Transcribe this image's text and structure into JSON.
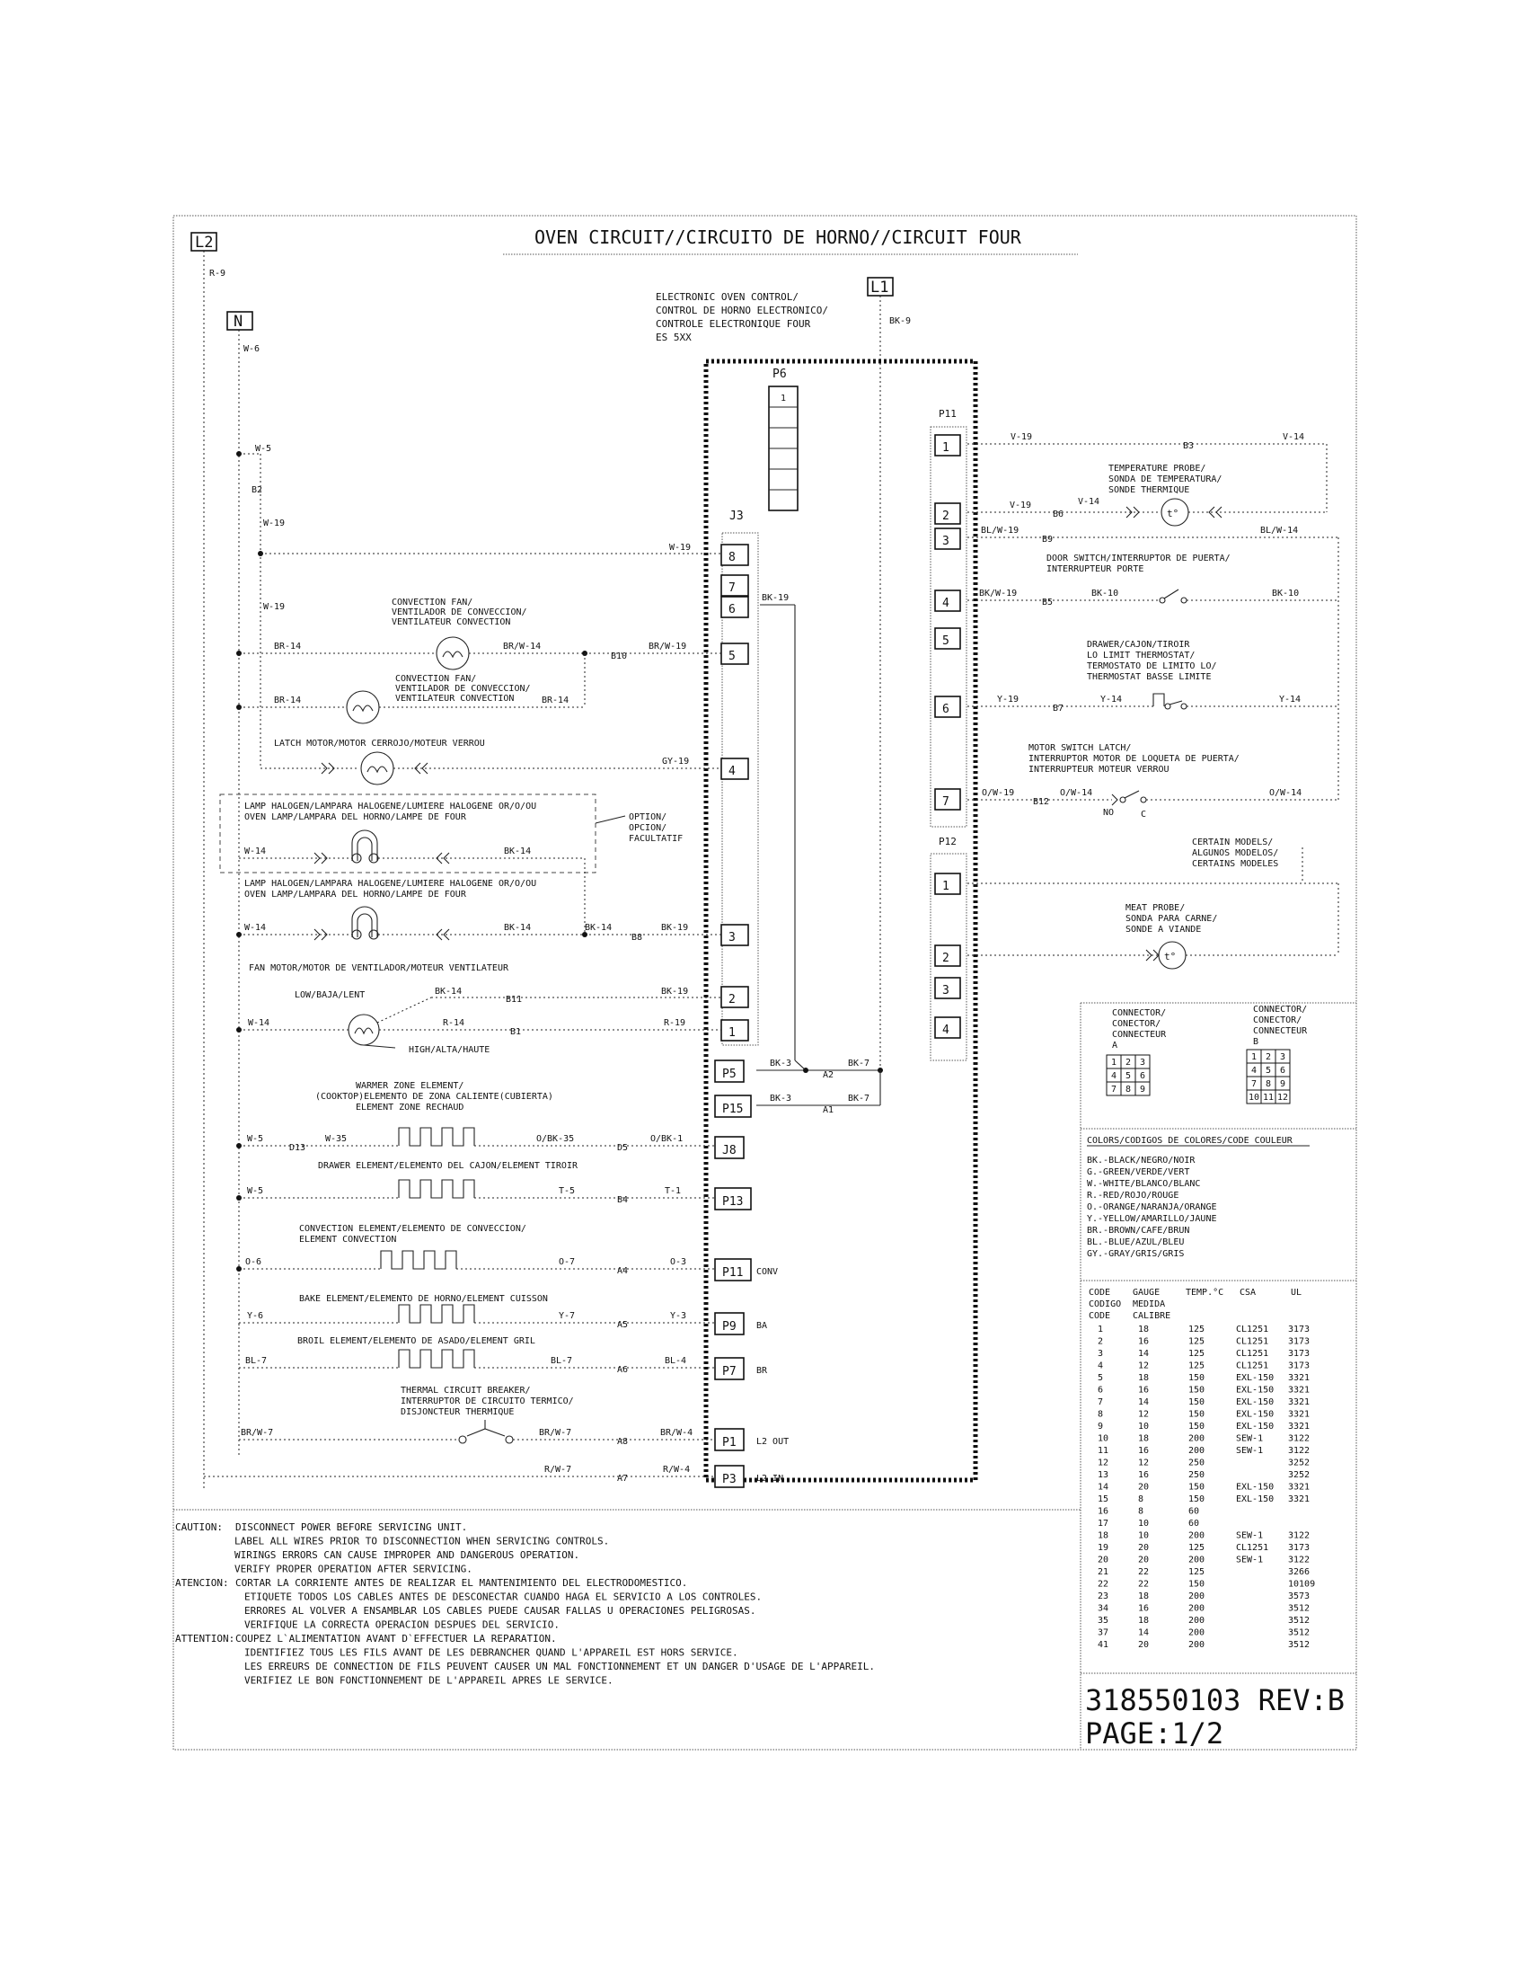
{
  "title": "OVEN CIRCUIT//CIRCUITO DE HORNO//CIRCUIT FOUR",
  "terminals": {
    "l2": "L2",
    "n": "N",
    "l1": "L1"
  },
  "control": {
    "name": [
      "ELECTRONIC OVEN CONTROL/",
      "CONTROL DE HORNO ELECTRONICO/",
      "CONTROLE ELECTRONIQUE FOUR",
      "ES 5XX"
    ],
    "p6": "P6",
    "p6_pin": "1",
    "j3": "J3",
    "p11": "P11",
    "p12": "P12"
  },
  "j3_pins": [
    "8",
    "7",
    "6",
    "5",
    "4",
    "3",
    "2",
    "1"
  ],
  "p11_pins": [
    "1",
    "2",
    "3",
    "4",
    "5",
    "6",
    "7"
  ],
  "p12_pins": [
    "1",
    "2",
    "3",
    "4"
  ],
  "connectors": [
    "P5",
    "P15",
    "J8",
    "P13",
    "P11",
    "P9",
    "P7",
    "P1",
    "P3"
  ],
  "connector_tags": {
    "p11": "CONV",
    "p9": "BA",
    "p7": "BR",
    "p1": "L2 OUT",
    "p3": "L2 IN"
  },
  "wires": {
    "r9": "R-9",
    "w6": "W-6",
    "bk9": "BK-9",
    "w5": "W-5",
    "b2": "B2",
    "w19": "W-19",
    "br14": "BR-14",
    "brw14": "BR/W-14",
    "b10": "B10",
    "brw19": "BR/W-19",
    "bk19": "BK-19",
    "gy19": "GY-19",
    "w14": "W-14",
    "bk14": "BK-14",
    "b8": "B8",
    "b11": "B11",
    "r14": "R-14",
    "b1": "B1",
    "r19": "R-19",
    "bk3": "BK-3",
    "bk7": "BK-7",
    "a2": "A2",
    "a1": "A1",
    "w35": "W-35",
    "d13": "D13",
    "obk35": "O/BK-35",
    "d5": "D5",
    "obk1": "O/BK-1",
    "t5": "T-5",
    "b4": "B4",
    "t1": "T-1",
    "o6": "O-6",
    "o7": "O-7",
    "a4": "A4",
    "o3": "O-3",
    "y6": "Y-6",
    "y7": "Y-7",
    "a5": "A5",
    "y3": "Y-3",
    "bl7": "BL-7",
    "a6": "A6",
    "bl4": "BL-4",
    "brw7": "BR/W-7",
    "a8": "A8",
    "brw4": "BR/W-4",
    "rw7": "R/W-7",
    "a7": "A7",
    "rw4": "R/W-4",
    "v19": "V-19",
    "b3": "B3",
    "v14": "V-14",
    "b6": "B6",
    "blw19": "BL/W-19",
    "b9": "B9",
    "blw14": "BL/W-14",
    "bkw19": "BK/W-19",
    "b5": "B5",
    "bk10": "BK-10",
    "y19": "Y-19",
    "b7": "B7",
    "y14": "Y-14",
    "ow19": "O/W-19",
    "b12": "B12",
    "ow14": "O/W-14",
    "no": "NO",
    "c": "C"
  },
  "components": {
    "conv_fan1": [
      "CONVECTION FAN/",
      "VENTILADOR DE CONVECCION/",
      "VENTILATEUR CONVECTION"
    ],
    "conv_fan2": [
      "CONVECTION FAN/",
      "VENTILADOR DE CONVECCION/",
      "VENTILATEUR CONVECTION"
    ],
    "latch_motor": "LATCH MOTOR/MOTOR CERROJO/MOTEUR VERROU",
    "lamp1": [
      "LAMP HALOGEN/LAMPARA HALOGENE/LUMIERE HALOGENE OR/O/OU",
      "OVEN LAMP/LAMPARA DEL HORNO/LAMPE DE FOUR"
    ],
    "option": [
      "OPTION/",
      "OPCION/",
      "FACULTATIF"
    ],
    "lamp2": [
      "LAMP HALOGEN/LAMPARA HALOGENE/LUMIERE HALOGENE OR/O/OU",
      "OVEN LAMP/LAMPARA DEL HORNO/LAMPE DE FOUR"
    ],
    "fan_motor": "FAN MOTOR/MOTOR DE VENTILADOR/MOTEUR VENTILATEUR",
    "low": "LOW/BAJA/LENT",
    "high": "HIGH/ALTA/HAUTE",
    "warmer": [
      "WARMER ZONE ELEMENT/",
      "(COOKTOP)ELEMENTO DE ZONA CALIENTE(CUBIERTA)",
      "ELEMENT ZONE RECHAUD"
    ],
    "drawer": "DRAWER ELEMENT/ELEMENTO DEL CAJON/ELEMENT TIROIR",
    "convection": [
      "CONVECTION ELEMENT/ELEMENTO DE CONVECCION/",
      "ELEMENT CONVECTION"
    ],
    "bake": "BAKE ELEMENT/ELEMENTO DE HORNO/ELEMENT CUISSON",
    "broil": "BROIL ELEMENT/ELEMENTO DE ASADO/ELEMENT GRIL",
    "breaker": [
      "THERMAL CIRCUIT BREAKER/",
      "INTERRUPTOR DE CIRCUITO TERMICO/",
      "DISJONCTEUR THERMIQUE"
    ],
    "temp_probe": [
      "TEMPERATURE PROBE/",
      "SONDA DE TEMPERATURA/",
      "SONDE THERMIQUE"
    ],
    "door_switch": [
      "DOOR SWITCH/INTERRUPTOR DE PUERTA/",
      "INTERRUPTEUR PORTE"
    ],
    "drawer_thermo": [
      "DRAWER/CAJON/TIROIR",
      "LO LIMIT THERMOSTAT/",
      "TERMOSTATO DE LIMITO LO/",
      "THERMOSTAT BASSE LIMITE"
    ],
    "motor_switch": [
      "MOTOR SWITCH LATCH/",
      "INTERRUPTOR MOTOR DE LOQUETA DE PUERTA/",
      "INTERRUPTEUR MOTEUR VERROU"
    ],
    "certain": [
      "CERTAIN MODELS/",
      "ALGUNOS MODELOS/",
      "CERTAINS MODELES"
    ],
    "meat_probe": [
      "MEAT PROBE/",
      "SONDA PARA CARNE/",
      "SONDE A VIANDE"
    ],
    "probe_symbol": "t°"
  },
  "connector_legend": {
    "a_label": [
      "CONNECTOR/",
      "CONECTOR/",
      "CONNECTEUR",
      "A"
    ],
    "b_label": [
      "CONNECTOR/",
      "CONECTOR/",
      "CONNECTEUR",
      "B"
    ],
    "a_grid": [
      [
        "1",
        "2",
        "3"
      ],
      [
        "4",
        "5",
        "6"
      ],
      [
        "7",
        "8",
        "9"
      ]
    ],
    "b_grid": [
      [
        "1",
        "2",
        "3"
      ],
      [
        "4",
        "5",
        "6"
      ],
      [
        "7",
        "8",
        "9"
      ],
      [
        "10",
        "11",
        "12"
      ]
    ]
  },
  "color_codes": {
    "title": "COLORS/CODIGOS DE COLORES/CODE COULEUR",
    "rows": [
      "BK.-BLACK/NEGRO/NOIR",
      "G.-GREEN/VERDE/VERT",
      "W.-WHITE/BLANCO/BLANC",
      "R.-RED/ROJO/ROUGE",
      "O.-ORANGE/NARANJA/ORANGE",
      "Y.-YELLOW/AMARILLO/JAUNE",
      "BR.-BROWN/CAFE/BRUN",
      "BL.-BLUE/AZUL/BLEU",
      "GY.-GRAY/GRIS/GRIS"
    ]
  },
  "gauge_table": {
    "headers": [
      [
        "CODE",
        "CODIGO",
        "CODE"
      ],
      [
        "GAUGE",
        "MEDIDA",
        "CALIBRE"
      ],
      [
        "TEMP.°C"
      ],
      [
        "CSA"
      ],
      [
        "UL"
      ]
    ],
    "rows": [
      [
        "1",
        "18",
        "125",
        "CL1251",
        "3173"
      ],
      [
        "2",
        "16",
        "125",
        "CL1251",
        "3173"
      ],
      [
        "3",
        "14",
        "125",
        "CL1251",
        "3173"
      ],
      [
        "4",
        "12",
        "125",
        "CL1251",
        "3173"
      ],
      [
        "5",
        "18",
        "150",
        "EXL-150",
        "3321"
      ],
      [
        "6",
        "16",
        "150",
        "EXL-150",
        "3321"
      ],
      [
        "7",
        "14",
        "150",
        "EXL-150",
        "3321"
      ],
      [
        "8",
        "12",
        "150",
        "EXL-150",
        "3321"
      ],
      [
        "9",
        "10",
        "150",
        "EXL-150",
        "3321"
      ],
      [
        "10",
        "18",
        "200",
        "SEW-1",
        "3122"
      ],
      [
        "11",
        "16",
        "200",
        "SEW-1",
        "3122"
      ],
      [
        "12",
        "12",
        "250",
        "",
        "3252"
      ],
      [
        "13",
        "16",
        "250",
        "",
        "3252"
      ],
      [
        "14",
        "20",
        "150",
        "EXL-150",
        "3321"
      ],
      [
        "15",
        "8",
        "150",
        "EXL-150",
        "3321"
      ],
      [
        "16",
        "8",
        "60",
        "",
        ""
      ],
      [
        "17",
        "10",
        "60",
        "",
        ""
      ],
      [
        "18",
        "10",
        "200",
        "SEW-1",
        "3122"
      ],
      [
        "19",
        "20",
        "125",
        "CL1251",
        "3173"
      ],
      [
        "20",
        "20",
        "200",
        "SEW-1",
        "3122"
      ],
      [
        "21",
        "22",
        "125",
        "",
        "3266"
      ],
      [
        "22",
        "22",
        "150",
        "",
        "10109"
      ],
      [
        "23",
        "18",
        "200",
        "",
        "3573"
      ],
      [
        "34",
        "16",
        "200",
        "",
        "3512"
      ],
      [
        "35",
        "18",
        "200",
        "",
        "3512"
      ],
      [
        "37",
        "14",
        "200",
        "",
        "3512"
      ],
      [
        "41",
        "20",
        "200",
        "",
        "3512"
      ]
    ]
  },
  "cautions": [
    {
      "label": "CAUTION:",
      "lines": [
        "DISCONNECT POWER BEFORE SERVICING UNIT.",
        "LABEL ALL WIRES PRIOR TO DISCONNECTION WHEN SERVICING CONTROLS.",
        "WIRINGS ERRORS CAN CAUSE IMPROPER AND DANGEROUS OPERATION.",
        "VERIFY PROPER OPERATION AFTER SERVICING."
      ]
    },
    {
      "label": "ATENCION:",
      "lines": [
        "CORTAR LA CORRIENTE ANTES DE REALIZAR EL MANTENIMIENTO DEL ELECTRODOMESTICO.",
        "ETIQUETE TODOS LOS CABLES ANTES DE DESCONECTAR CUANDO HAGA EL SERVICIO A LOS CONTROLES.",
        "ERRORES AL VOLVER A ENSAMBLAR LOS CABLES PUEDE CAUSAR FALLAS U OPERACIONES PELIGROSAS.",
        "VERIFIQUE LA CORRECTA OPERACION DESPUES DEL SERVICIO."
      ]
    },
    {
      "label": "ATTENTION:",
      "lines": [
        "COUPEZ L`ALIMENTATION AVANT D`EFFECTUER LA REPARATION.",
        "IDENTIFIEZ TOUS LES FILS AVANT DE LES DEBRANCHER QUAND L'APPAREIL EST HORS SERVICE.",
        "LES ERREURS DE CONNECTION DE FILS PEUVENT CAUSER UN MAL FONCTIONNEMENT ET UN DANGER D'USAGE DE L'APPAREIL.",
        "VERIFIEZ LE BON FONCTIONNEMENT DE L'APPAREIL APRES LE SERVICE."
      ]
    }
  ],
  "part": {
    "number": "318550103 REV:B",
    "page": "PAGE:1/2"
  }
}
